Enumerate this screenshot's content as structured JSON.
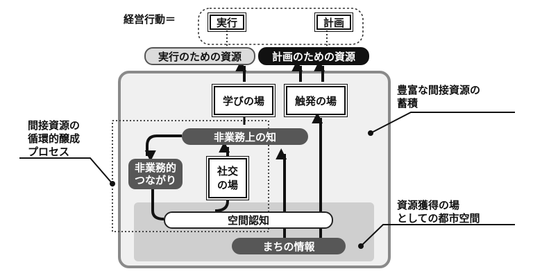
{
  "management": {
    "label": "経営行動＝",
    "execute": "実行",
    "plan": "計画"
  },
  "resources": {
    "execution": "実行のための資源",
    "planning": "計画のための資源"
  },
  "places": {
    "learning": "学びの場",
    "trigger": "触発の場",
    "social": [
      "社交",
      "の場"
    ]
  },
  "knowledge": {
    "non_business": "非業務上の知",
    "network": [
      "非業務的",
      "つながり"
    ],
    "spatial": "空間認知",
    "town_info": "まちの情報"
  },
  "annotations": {
    "indirect_accumulation": [
      "豊富な間接資源の",
      "蓄積"
    ],
    "circulation": [
      "間接資源の",
      "循環的醸成",
      "プロセス"
    ],
    "urban_space": [
      "資源獲得の場",
      "としての都市空間"
    ]
  }
}
